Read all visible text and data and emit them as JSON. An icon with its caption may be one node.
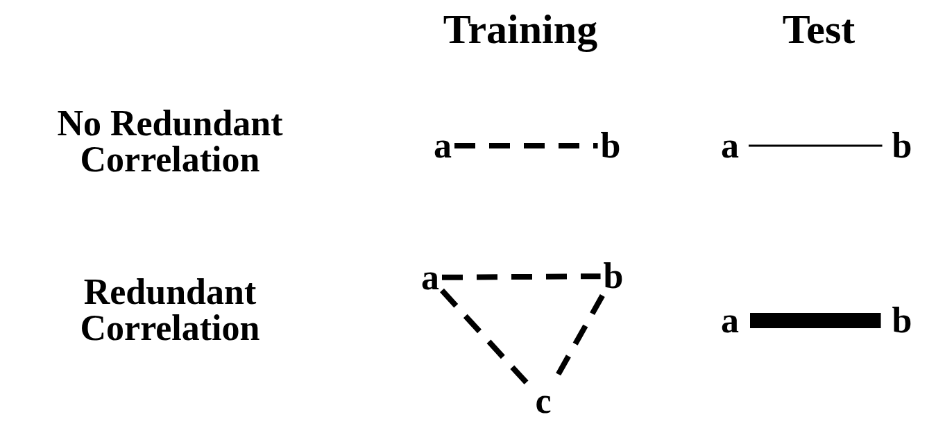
{
  "diagram": {
    "nodes": [
      {
        "text": [
          "a"
        ]
      },
      {
        "text": [
          "b"
        ]
      },
      {
        "text": [
          "a"
        ]
      },
      {
        "text": [
          "b"
        ]
      },
      {
        "text": [
          "a"
        ]
      },
      {
        "text": [
          "b"
        ]
      },
      {
        "text": [
          "c"
        ]
      },
      {
        "text": [
          "a"
        ]
      },
      {
        "text": [
          "b"
        ]
      }
    ],
    "edges": [
      {
        "from": 0,
        "to": 1,
        "arrow": "none",
        "style": "dashed"
      },
      {
        "from": 2,
        "to": 3,
        "arrow": "none"
      },
      {
        "from": 4,
        "to": 5,
        "arrow": "none",
        "style": "dashed"
      },
      {
        "from": 4,
        "to": 6,
        "arrow": "none",
        "style": "dashed"
      },
      {
        "from": 5,
        "to": 6,
        "arrow": "none",
        "style": "dashed"
      },
      {
        "from": 7,
        "to": 8,
        "arrow": "none",
        "style": "thick"
      }
    ],
    "labels": [
      "Training",
      "Test",
      "No Redundant Correlation",
      "Redundant Correlation"
    ]
  }
}
